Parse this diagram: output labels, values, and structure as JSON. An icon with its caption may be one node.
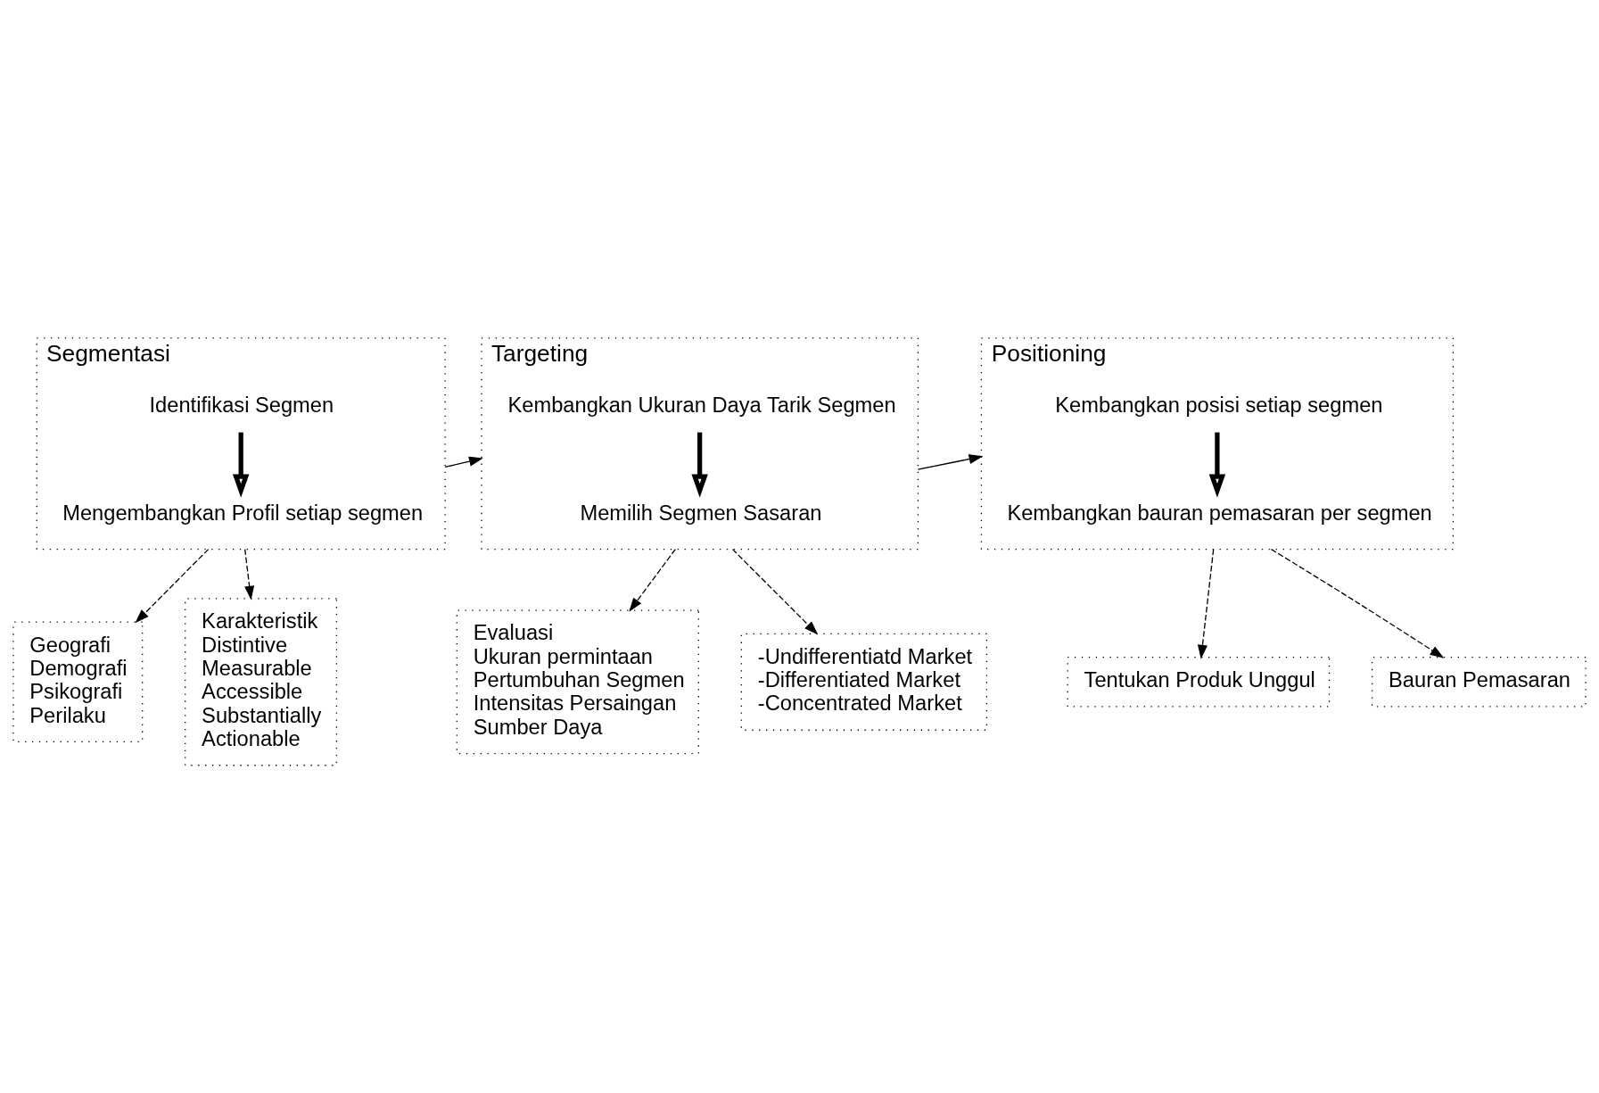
{
  "diagram": {
    "nodes": [
      {
        "text": [
          "Segmentasi"
        ]
      },
      {
        "text": [
          "Identifikasi Segmen"
        ],
        "in": 0
      },
      {
        "text": [
          "Mengembangkan Profil setiap segmen"
        ],
        "in": 0
      },
      {
        "text": [
          "Targeting"
        ]
      },
      {
        "text": [
          "Kembangkan Ukuran Daya Tarik Segmen"
        ],
        "in": 3
      },
      {
        "text": [
          "Memilih Segmen Sasaran"
        ],
        "in": 3
      },
      {
        "text": [
          "Positioning"
        ]
      },
      {
        "text": [
          "Kembangkan posisi setiap segmen"
        ],
        "in": 6
      },
      {
        "text": [
          "Kembangkan bauran pemasaran per segmen"
        ],
        "in": 6
      },
      {
        "text": [
          "Geografi",
          "Demografi",
          "Psikografi",
          "Perilaku"
        ]
      },
      {
        "text": [
          "Karakteristik",
          "Distintive",
          "Measurable",
          "Accessible",
          "Substantially",
          "Actionable"
        ]
      },
      {
        "text": [
          "Evaluasi",
          "Ukuran permintaan",
          "Pertumbuhan Segmen",
          "Intensitas Persaingan",
          "Sumber Daya"
        ]
      },
      {
        "text": [
          "-Undifferentiatd Market",
          "-Differentiated Market",
          "-Concentrated Market"
        ]
      },
      {
        "text": [
          "Tentukan Produk Unggul"
        ]
      },
      {
        "text": [
          "Bauran Pemasaran"
        ]
      }
    ],
    "edges": [
      {
        "from": 1,
        "to": 2,
        "arrow": "to",
        "style": "thick"
      },
      {
        "from": 4,
        "to": 5,
        "arrow": "to",
        "style": "thick"
      },
      {
        "from": 7,
        "to": 8,
        "arrow": "to",
        "style": "thick"
      },
      {
        "from": 0,
        "to": 3,
        "arrow": "to"
      },
      {
        "from": 3,
        "to": 6,
        "arrow": "to"
      },
      {
        "from": 0,
        "to": 9,
        "arrow": "to",
        "style": "dashed"
      },
      {
        "from": 0,
        "to": 10,
        "arrow": "to",
        "style": "dashed"
      },
      {
        "from": 3,
        "to": 11,
        "arrow": "to",
        "style": "dashed"
      },
      {
        "from": 3,
        "to": 12,
        "arrow": "to",
        "style": "dashed"
      },
      {
        "from": 6,
        "to": 13,
        "arrow": "to",
        "style": "dashed"
      },
      {
        "from": 6,
        "to": 14,
        "arrow": "to",
        "style": "dashed"
      }
    ]
  }
}
